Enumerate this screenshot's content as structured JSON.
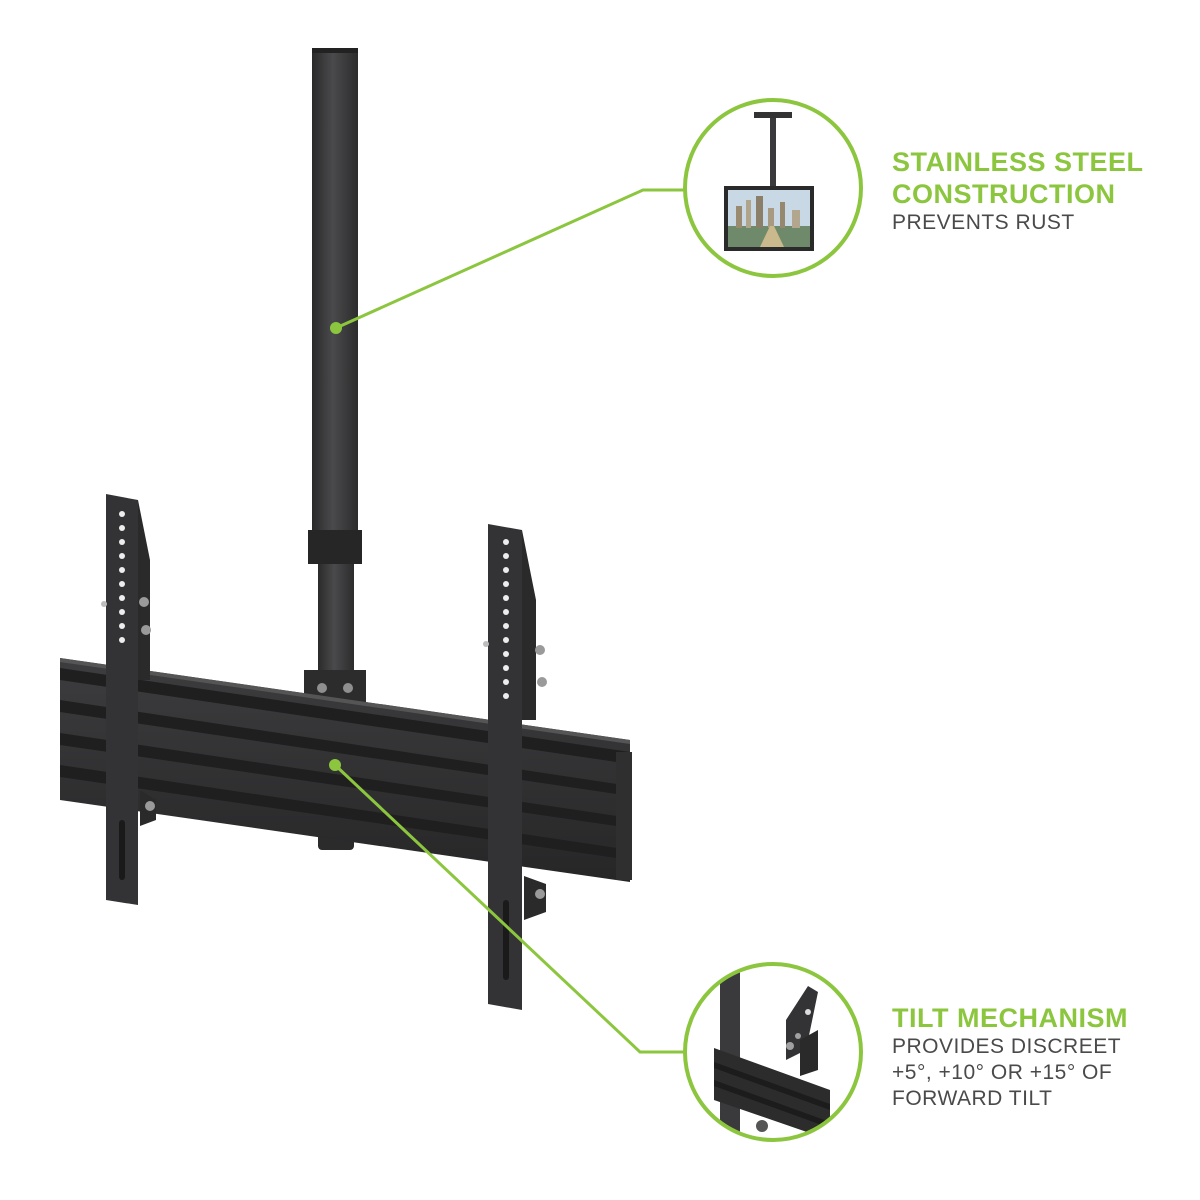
{
  "colors": {
    "accent": "#8cc63f",
    "metal": "#3a3a3c",
    "metal_dark": "#2a2a2b",
    "text_secondary": "#4a4a4a"
  },
  "callouts": [
    {
      "heading_line1": "STAINLESS STEEL",
      "heading_line2": "CONSTRUCTION",
      "subtext_line1": "PREVENTS RUST"
    },
    {
      "heading_line1": "TILT MECHANISM",
      "subtext_line1": "PROVIDES DISCREET",
      "subtext_line2": "+5°, +10° OR +15° OF",
      "subtext_line3": "FORWARD TILT"
    }
  ]
}
